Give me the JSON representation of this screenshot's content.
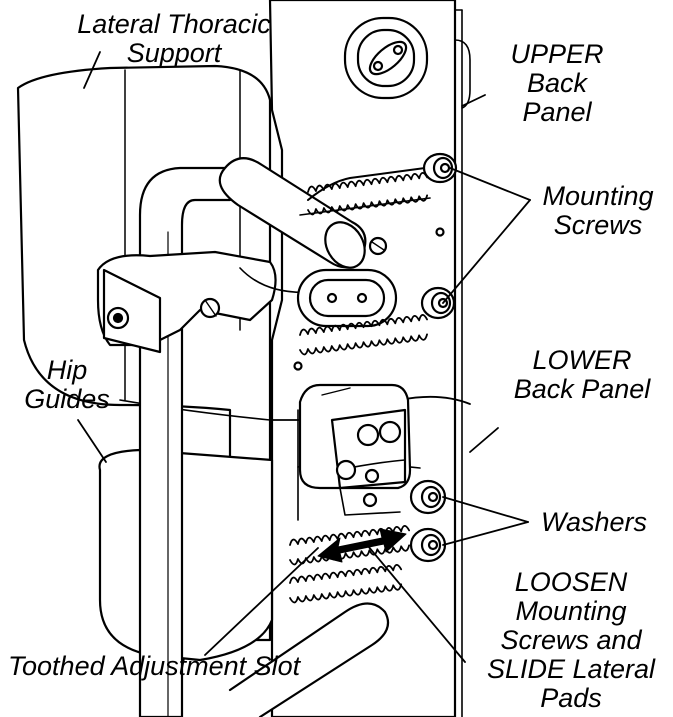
{
  "labels": {
    "lateral_thoracic_support": [
      "Lateral Thoracic",
      "Support"
    ],
    "upper_back_panel": [
      "UPPER",
      "Back",
      "Panel"
    ],
    "mounting_screws": [
      "Mounting",
      "Screws"
    ],
    "hip_guides": [
      "Hip",
      "Guides"
    ],
    "lower_back_panel": [
      "LOWER",
      "Back Panel"
    ],
    "washers": "Washers",
    "loosen_instruction": [
      "LOOSEN",
      "Mounting",
      "Screws and",
      "SLIDE Lateral",
      "Pads"
    ],
    "toothed_adjustment_slot": "Toothed Adjustment Slot"
  },
  "colors": {
    "line": "#000000",
    "fill": "#ffffff",
    "background": "#ffffff"
  }
}
